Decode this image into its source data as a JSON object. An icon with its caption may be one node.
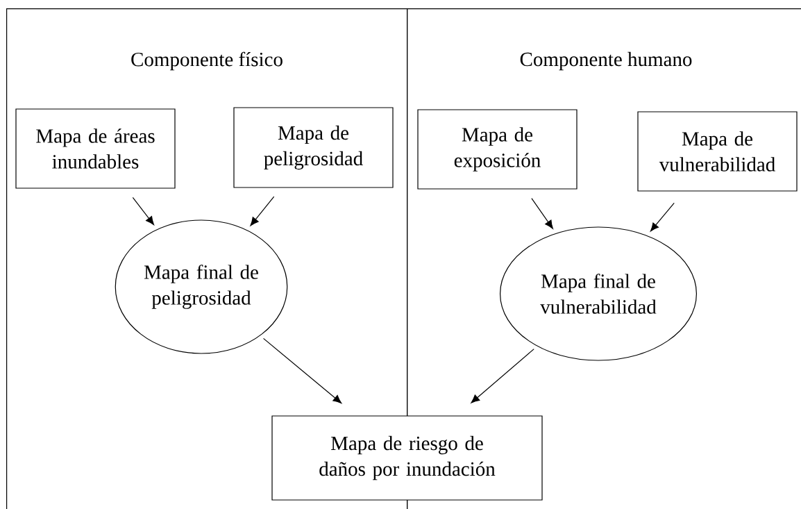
{
  "diagram": {
    "nodes": [
      {
        "text": [
          "Componente físico"
        ]
      },
      {
        "text": [
          "Componente humano"
        ]
      },
      {
        "text": [
          "Mapa de áreas inundables"
        ],
        "in": 0
      },
      {
        "text": [
          "Mapa de peligrosidad"
        ],
        "in": 0
      },
      {
        "text": [
          "Mapa final de peligrosidad"
        ],
        "in": 0
      },
      {
        "text": [
          "Mapa de exposición"
        ],
        "in": 1
      },
      {
        "text": [
          "Mapa de vulnerabilidad"
        ],
        "in": 1
      },
      {
        "text": [
          "Mapa final de vulnerabilidad"
        ],
        "in": 1
      },
      {
        "text": [
          "Mapa de riesgo de daños por inundación"
        ]
      }
    ],
    "edges": [
      {
        "from": 2,
        "to": 4,
        "arrow": "to"
      },
      {
        "from": 3,
        "to": 4,
        "arrow": "to"
      },
      {
        "from": 5,
        "to": 7,
        "arrow": "to"
      },
      {
        "from": 6,
        "to": 7,
        "arrow": "to"
      },
      {
        "from": 4,
        "to": 8,
        "arrow": "to"
      },
      {
        "from": 7,
        "to": 8,
        "arrow": "to"
      }
    ]
  }
}
